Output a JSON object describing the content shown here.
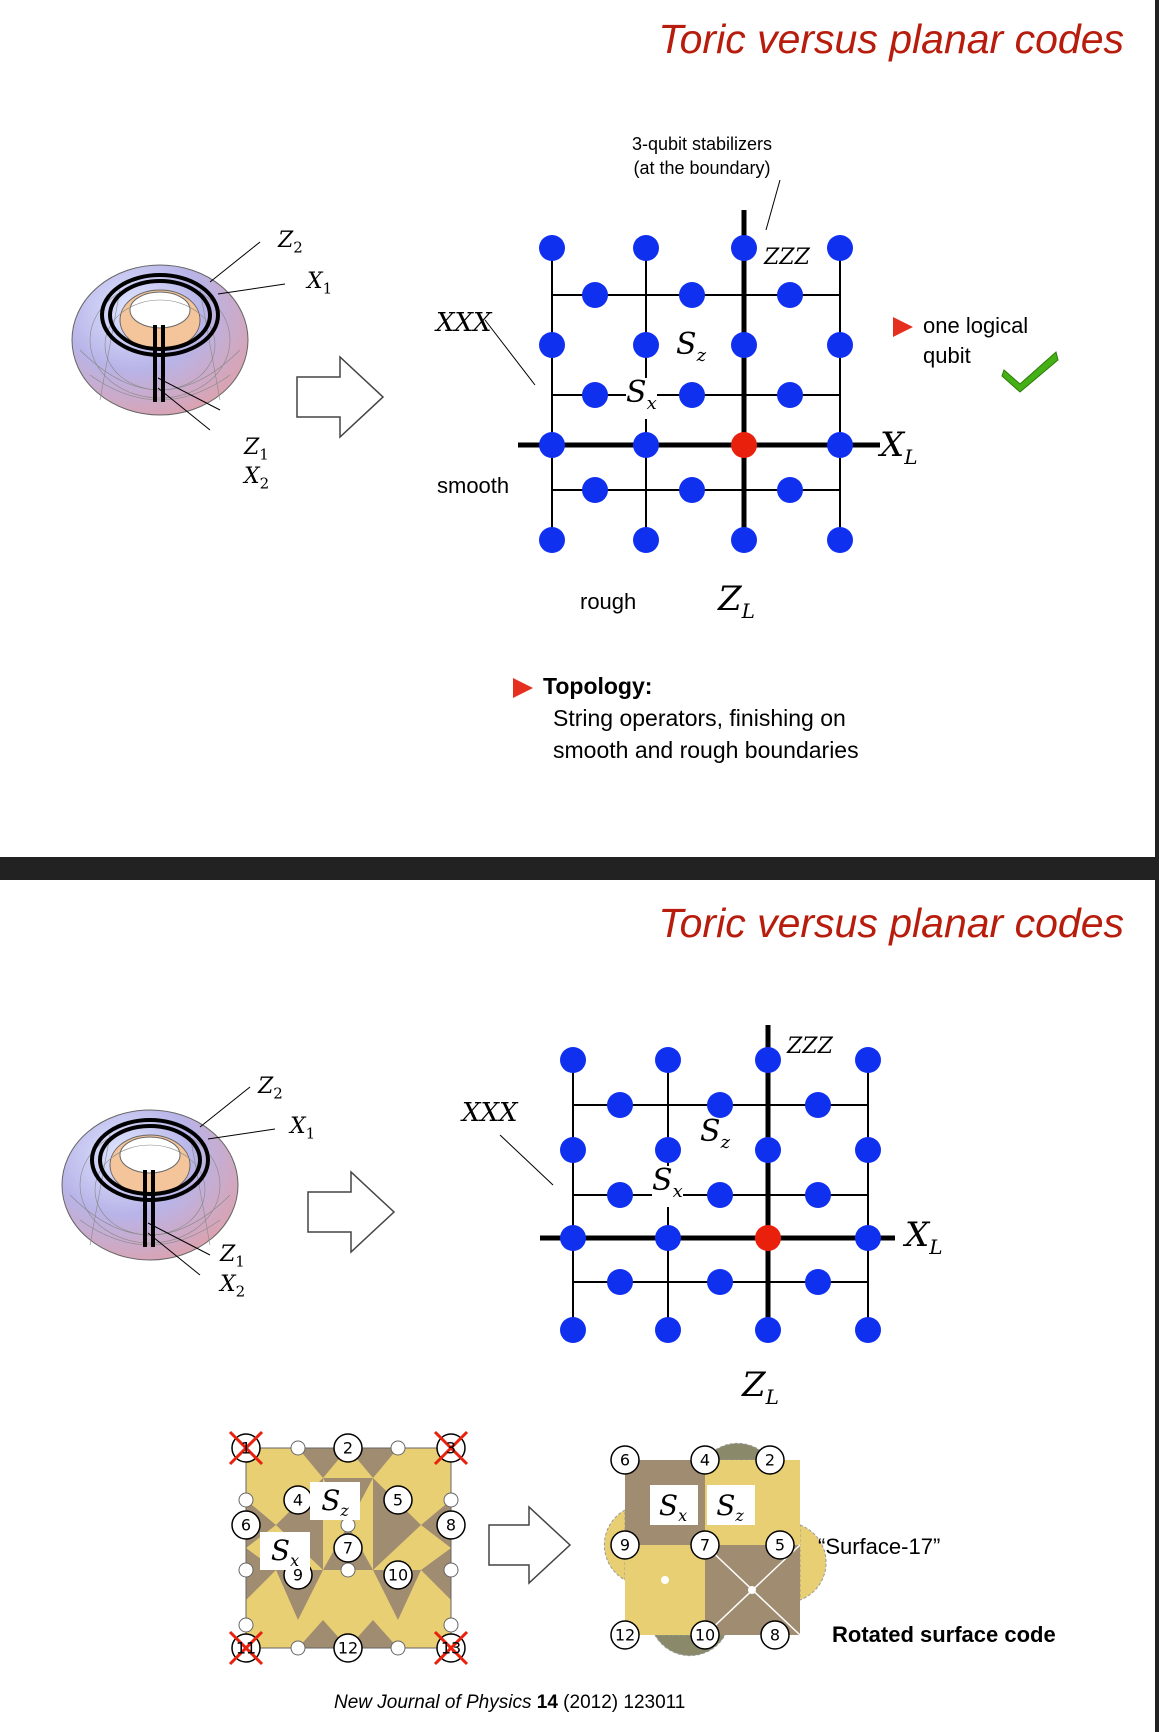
{
  "slide1": {
    "title": "Toric versus planar codes",
    "stabilizer_note_line1": "3-qubit stabilizers",
    "stabilizer_note_line2": "(at the boundary)",
    "label_zzz": "ZZZ",
    "label_xxx": "XXX",
    "label_sz": "S",
    "label_sz_sub": "z",
    "label_sx": "S",
    "label_sx_sub": "x",
    "label_xl": "X",
    "label_xl_sub": "L",
    "label_zl": "Z",
    "label_zl_sub": "L",
    "label_smooth": "smooth",
    "label_rough": "rough",
    "logical_qubit_line1": "one logical",
    "logical_qubit_line2": "qubit",
    "topology_heading": "Topology:",
    "topology_line1": "String operators, finishing on",
    "topology_line2": "smooth and rough boundaries",
    "torus_labels": {
      "z2": "Z",
      "z2_sub": "2",
      "x1": "X",
      "x1_sub": "1",
      "z1": "Z",
      "z1_sub": "1",
      "x2": "X",
      "x2_sub": "2"
    }
  },
  "slide2": {
    "title": "Toric versus planar codes",
    "label_zzz": "ZZZ",
    "label_xxx": "XXX",
    "label_sz": "S",
    "label_sz_sub": "z",
    "label_sx": "S",
    "label_sx_sub": "x",
    "label_xl": "X",
    "label_xl_sub": "L",
    "label_zl": "Z",
    "label_zl_sub": "L",
    "torus_labels": {
      "z2": "Z",
      "z2_sub": "2",
      "x1": "X",
      "x1_sub": "1",
      "z1": "Z",
      "z1_sub": "1",
      "x2": "X",
      "x2_sub": "2"
    },
    "left_lattice_numbers": [
      "1",
      "2",
      "3",
      "4",
      "5",
      "6",
      "7",
      "8",
      "9",
      "10",
      "11",
      "12",
      "13"
    ],
    "rotated_numbers": [
      "6",
      "4",
      "2",
      "9",
      "7",
      "5",
      "12",
      "10",
      "8"
    ],
    "surface17": "“Surface-17”",
    "rotated_label": "Rotated surface code",
    "citation_journal": "New Journal of Physics",
    "citation_volume": "14",
    "citation_rest": "(2012) 123011"
  },
  "colors": {
    "qubit": "#1030f0",
    "logical_dot": "#e8200c",
    "title": "#b71c0c",
    "x_plaquette": "#e9cf74",
    "z_plaquette": "#a08c70",
    "check": "#44b016"
  }
}
